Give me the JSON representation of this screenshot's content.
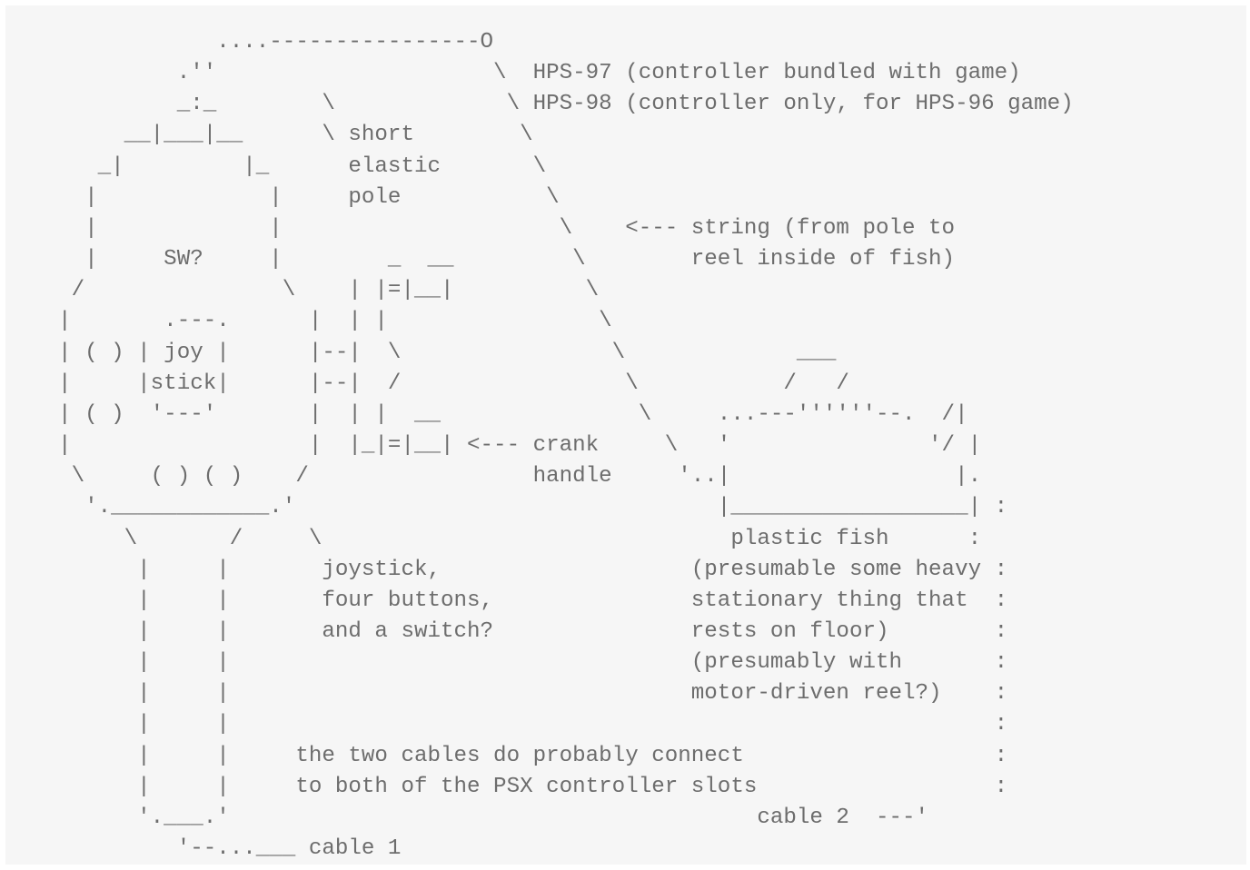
{
  "diagram": {
    "lines": [
      "                ....----------------O",
      "             .''                     \\  HPS-97 (controller bundled with game)",
      "             _:_        \\             \\ HPS-98 (controller only, for HPS-96 game)",
      "         __|___|__      \\ short        \\",
      "       _|         |_      elastic       \\",
      "      |             |     pole           \\",
      "      |             |                     \\    <--- string (from pole to",
      "      |     SW?     |        _  __         \\        reel inside of fish)",
      "     /               \\    | |=|__|          \\",
      "    |       .---.      |  | |                \\",
      "    | ( ) | joy |      |--|  \\                \\             ___",
      "    |     |stick|      |--|  /                 \\           /   /",
      "    | ( )  '---'       |  | |  __               \\     ...---''''''--.  /|",
      "    |                  |  |_|=|__| <--- crank     \\   '               '/ |",
      "     \\     ( ) ( )    /                 handle     '..|                 |.",
      "      '.____________.'                                |__________________| :",
      "         \\       /     \\                               plastic fish      :",
      "          |     |       joystick,                   (presumable some heavy :",
      "          |     |       four buttons,               stationary thing that  :",
      "          |     |       and a switch?               rests on floor)        :",
      "          |     |                                   (presumably with       :",
      "          |     |                                   motor-driven reel?)    :",
      "          |     |                                                          :",
      "          |     |     the two cables do probably connect                   :",
      "          |     |     to both of the PSX controller slots                  :",
      "          '.___.'                                        cable 2  ---'",
      "             '--...___ cable 1"
    ]
  }
}
